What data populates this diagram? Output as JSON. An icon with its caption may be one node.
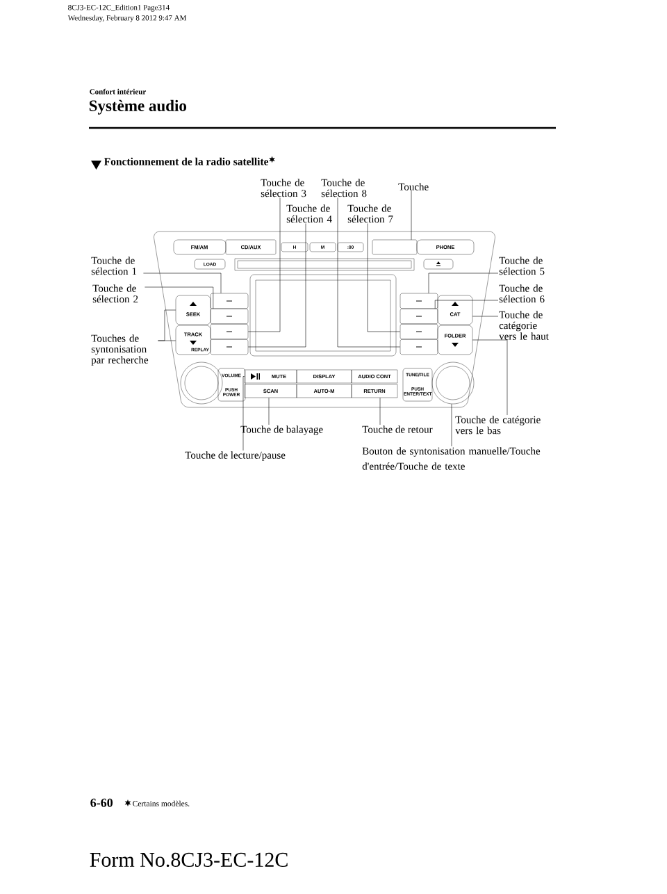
{
  "diagram": {
    "nodes": [
      {
        "text": [
          "Touche de sélection 3"
        ]
      },
      {
        "text": [
          "Touche de sélection 8"
        ]
      },
      {
        "text": [
          "Touche"
        ]
      },
      {
        "text": [
          "Touche de sélection 4"
        ]
      },
      {
        "text": [
          "Touche de sélection 7"
        ]
      },
      {
        "text": [
          "Touche de sélection 1"
        ]
      },
      {
        "text": [
          "Touche de sélection 5"
        ]
      },
      {
        "text": [
          "Touche de sélection 2"
        ]
      },
      {
        "text": [
          "Touche de sélection 6"
        ]
      },
      {
        "text": [
          "Touche de catégorie vers le haut"
        ]
      },
      {
        "text": [
          "Touches de syntonisation par recherche"
        ]
      },
      {
        "text": [
          "Touche de balayage"
        ]
      },
      {
        "text": [
          "Touche de retour"
        ]
      },
      {
        "text": [
          "Touche de catégorie vers le bas"
        ]
      },
      {
        "text": [
          "Touche de lecture/pause"
        ]
      },
      {
        "text": [
          "Bouton de syntonisation manuelle/Touche d'entrée/Touche de texte"
        ]
      },
      {
        "text": [],
        "shape": "box"
      },
      {
        "text": [
          "SEEK"
        ]
      },
      {
        "text": [
          "TRACK",
          "REPLAY"
        ]
      },
      {
        "text": [
          "CAT"
        ]
      },
      {
        "text": [
          "FOLDER"
        ]
      },
      {
        "text": [],
        "shape": "box"
      },
      {
        "text": [],
        "shape": "box"
      },
      {
        "text": [],
        "shape": "box"
      },
      {
        "text": [],
        "shape": "box"
      },
      {
        "text": [],
        "shape": "box"
      },
      {
        "text": [],
        "shape": "box"
      },
      {
        "text": [],
        "shape": "box"
      },
      {
        "text": [],
        "shape": "box"
      },
      {
        "text": [
          "MUTE"
        ]
      },
      {
        "text": [
          "SCAN"
        ]
      },
      {
        "text": [
          "RETURN"
        ]
      },
      {
        "text": [],
        "shape": "circle"
      }
    ],
    "edges": [
      {
        "from": 0,
        "to": 23,
        "arrow": "none"
      },
      {
        "from": 1,
        "to": 28,
        "arrow": "none"
      },
      {
        "from": 2,
        "to": 16,
        "arrow": "none"
      },
      {
        "from": 3,
        "to": 24,
        "arrow": "none"
      },
      {
        "from": 4,
        "to": 27,
        "arrow": "none"
      },
      {
        "from": 5,
        "to": 21,
        "arrow": "none"
      },
      {
        "from": 6,
        "to": 25,
        "arrow": "none"
      },
      {
        "from": 7,
        "to": 22,
        "arrow": "none"
      },
      {
        "from": 8,
        "to": 26,
        "arrow": "none"
      },
      {
        "from": 9,
        "to": 19,
        "arrow": "none"
      },
      {
        "from": 10,
        "to": 18,
        "arrow": "none"
      },
      {
        "from": 10,
        "to": 17,
        "arrow": "none"
      },
      {
        "from": 11,
        "to": 30,
        "arrow": "none"
      },
      {
        "from": 12,
        "to": 31,
        "arrow": "none"
      },
      {
        "from": 13,
        "to": 20,
        "arrow": "none"
      },
      {
        "from": 14,
        "to": 29,
        "arrow": "none"
      },
      {
        "from": 15,
        "to": 32,
        "arrow": "none"
      }
    ],
    "labels": [
      "8CJ3-EC-12C_Edition1 Page314",
      "Wednesday, February 8 2012 9:47 AM",
      "Confort intérieur",
      "Système audio",
      "Fonctionnement de la radio satellite",
      "FM/AM",
      "CD/AUX",
      "H",
      "M",
      ":00",
      "PHONE",
      "LOAD",
      "VOLUME",
      "PUSH POWER",
      "DISPLAY",
      "AUDIO CONT",
      "AUTO-M",
      "TUNE/FILE",
      "PUSH ENTER/TEXT",
      "6-60",
      "Certains modèles.",
      "Form No.8CJ3-EC-12C"
    ]
  }
}
